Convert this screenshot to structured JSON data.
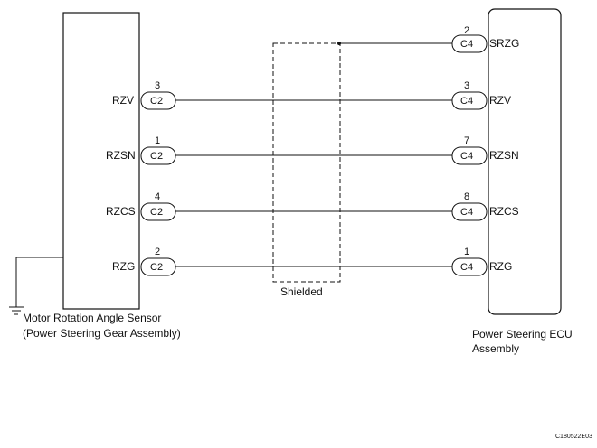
{
  "sensor": {
    "name_line1": "Motor Rotation Angle Sensor",
    "name_line2": "(Power Steering Gear Assembly)",
    "connector": "C2",
    "pins": [
      {
        "signal": "RZV",
        "pin": "3"
      },
      {
        "signal": "RZSN",
        "pin": "1"
      },
      {
        "signal": "RZCS",
        "pin": "4"
      },
      {
        "signal": "RZG",
        "pin": "2"
      }
    ]
  },
  "ecu": {
    "name_line1": "Power Steering ECU",
    "name_line2": "Assembly",
    "connector": "C4",
    "pins": [
      {
        "signal": "SRZG",
        "pin": "2"
      },
      {
        "signal": "RZV",
        "pin": "3"
      },
      {
        "signal": "RZSN",
        "pin": "7"
      },
      {
        "signal": "RZCS",
        "pin": "8"
      },
      {
        "signal": "RZG",
        "pin": "1"
      }
    ]
  },
  "shield_label": "Shielded",
  "figure_code": "C180522E03"
}
